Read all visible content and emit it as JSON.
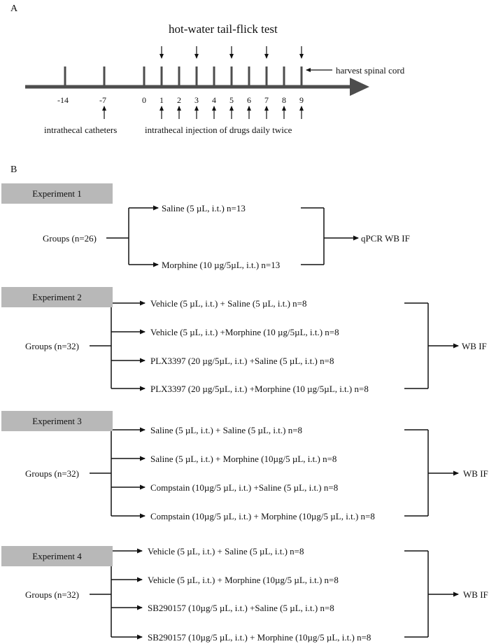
{
  "panel_a": {
    "label": "A",
    "title": "hot-water tail-flick test",
    "ticks": [
      "-14",
      "-7",
      "0",
      "1",
      "2",
      "3",
      "4",
      "5",
      "6",
      "7",
      "8",
      "9"
    ],
    "harvest_label": "harvest spinal cord",
    "catheter_label": "intrathecal catheters",
    "injection_label": "intrathecal injection of drugs daily twice"
  },
  "panel_b": {
    "label": "B",
    "experiments": [
      {
        "title": "Experiment 1",
        "groups_label": "Groups (n=26)",
        "arms": [
          "Saline (5 µL, i.t.) n=13",
          "Morphine (10 µg/5µL, i.t.) n=13"
        ],
        "outcome": "qPCR WB IF"
      },
      {
        "title": "Experiment 2",
        "groups_label": "Groups (n=32)",
        "arms": [
          "Vehicle (5 µL, i.t.) + Saline (5 µL, i.t.) n=8",
          "Vehicle (5 µL, i.t.) +Morphine (10 µg/5µL, i.t.) n=8",
          "PLX3397 (20 µg/5µL, i.t.) +Saline (5 µL, i.t.) n=8",
          "PLX3397 (20 µg/5µL, i.t.) +Morphine (10 µg/5µL, i.t.) n=8"
        ],
        "outcome": "WB IF"
      },
      {
        "title": "Experiment 3",
        "groups_label": "Groups (n=32)",
        "arms": [
          "Saline (5 µL, i.t.) + Saline (5 µL, i.t.) n=8",
          "Saline (5 µL, i.t.) + Morphine (10µg/5 µL, i.t.) n=8",
          "Compstain (10µg/5 µL, i.t.) +Saline (5 µL, i.t.) n=8",
          "Compstain (10µg/5 µL, i.t.) + Morphine (10µg/5 µL, i.t.) n=8"
        ],
        "outcome": "WB IF"
      },
      {
        "title": "Experiment 4",
        "groups_label": "Groups (n=32)",
        "arms": [
          "Vehicle (5 µL, i.t.) + Saline (5 µL, i.t.) n=8",
          "Vehicle (5 µL, i.t.) + Morphine (10µg/5 µL, i.t.) n=8",
          "SB290157 (10µg/5 µL, i.t.) +Saline (5 µL, i.t.) n=8",
          "SB290157 (10µg/5 µL, i.t.) + Morphine (10µg/5 µL, i.t.) n=8"
        ],
        "outcome": "WB IF"
      }
    ]
  },
  "colors": {
    "line": "#111111",
    "box": "#b8b8b8",
    "axis": "#4d4d4d"
  }
}
